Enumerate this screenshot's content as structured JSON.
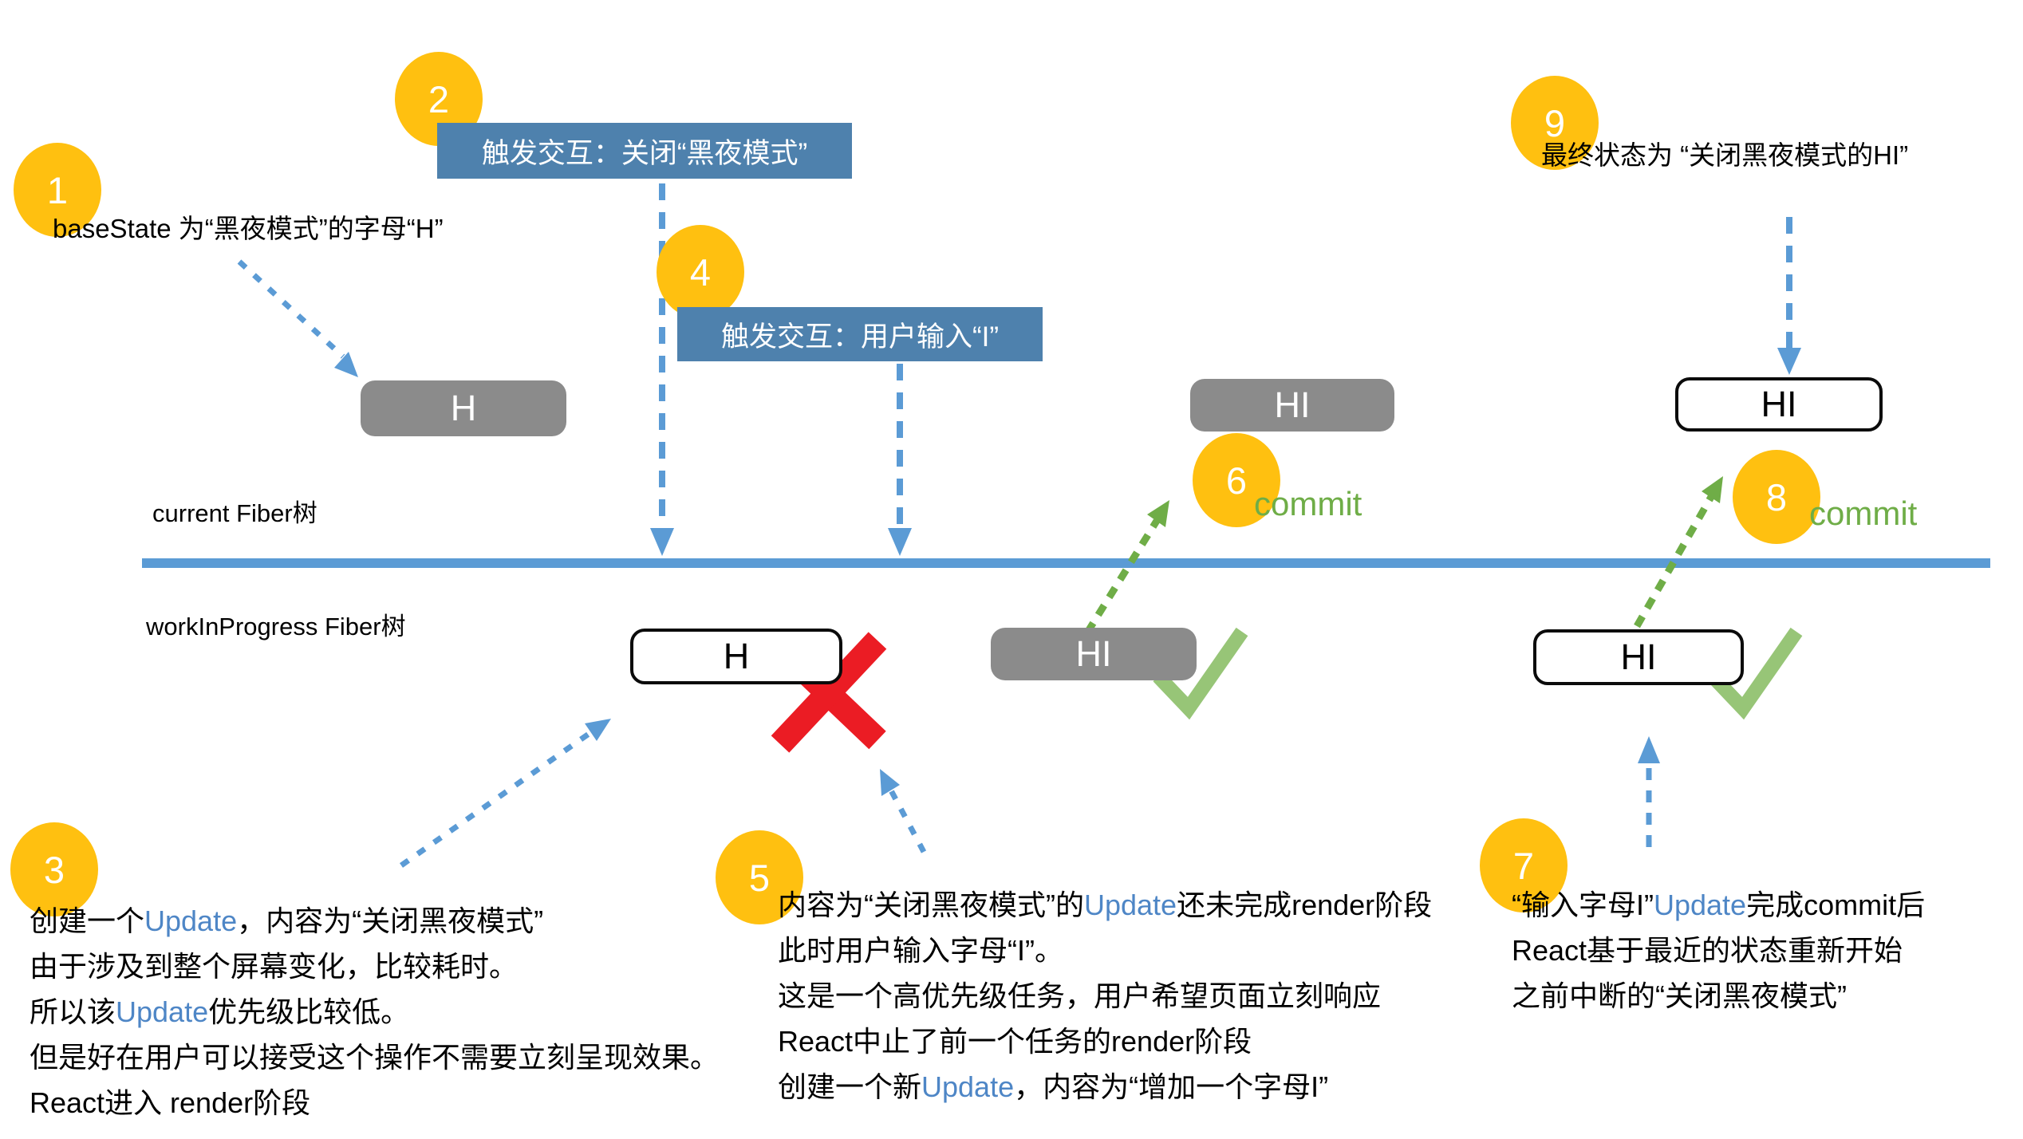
{
  "colors": {
    "badge_yellow": "#FFC010",
    "banner_blue": "#4E81AD",
    "timeline_blue": "#5B9BD5",
    "node_gray": "#8B8B8B",
    "commit_green": "#6FAD47",
    "check_green": "#97C577",
    "cancel_red": "#EB1C24",
    "update_link_blue": "#4E86C6"
  },
  "badges": [
    "1",
    "2",
    "3",
    "4",
    "5",
    "6",
    "7",
    "8",
    "9"
  ],
  "annotations": {
    "step1_label": "baseState 为“黑夜模式”的字母“H”",
    "step9_label": "最终状态为 “关闭黑夜模式的HI”"
  },
  "interactions": {
    "step2_label": "触发交互：关闭“黑夜模式”",
    "step4_label": "触发交互：用户输入“I”"
  },
  "lanes": {
    "current": "current Fiber树",
    "work_in_progress": "workInProgress Fiber树"
  },
  "nodes": {
    "current_h": "H",
    "current_hi": "HI",
    "final_hi_top": "HI",
    "wip_h": "H",
    "wip_hi": "HI",
    "final_hi_bottom": "HI"
  },
  "commits": {
    "first": "commit",
    "second": "commit"
  },
  "icons": {
    "cancel_x": "red-x-icon",
    "check_1": "green-check-icon",
    "check_2": "green-check-icon"
  },
  "text_blocks": {
    "step3": [
      [
        {
          "t": "创建一个"
        },
        {
          "t": "Update",
          "c": "link"
        },
        {
          "t": "，内容为“关闭黑夜模式”"
        }
      ],
      [
        {
          "t": "由于涉及到整个屏幕变化，比较耗时。"
        }
      ],
      [
        {
          "t": "所以该"
        },
        {
          "t": "Update",
          "c": "link"
        },
        {
          "t": "优先级比较低。"
        }
      ],
      [
        {
          "t": "但是好在用户可以接受这个操作不需要立刻呈现效果。"
        }
      ],
      [
        {
          "t": "React进入 render阶段"
        }
      ]
    ],
    "step5": [
      [
        {
          "t": "内容为“关闭黑夜模式”的"
        },
        {
          "t": "Update",
          "c": "link"
        },
        {
          "t": "还未完成render阶段"
        }
      ],
      [
        {
          "t": "此时用户输入字母“I”。"
        }
      ],
      [
        {
          "t": "这是一个高优先级任务，用户希望页面立刻响应"
        }
      ],
      [
        {
          "t": "React中止了前一个任务的render阶段"
        }
      ],
      [
        {
          "t": "创建一个新"
        },
        {
          "t": "Update",
          "c": "link"
        },
        {
          "t": "，内容为“增加一个字母I”"
        }
      ]
    ],
    "step7": [
      [
        {
          "t": "“输入字母I”"
        },
        {
          "t": "Update",
          "c": "link"
        },
        {
          "t": "完成commit后"
        }
      ],
      [
        {
          "t": "React基于最近的状态重新开始"
        }
      ],
      [
        {
          "t": "之前中断的“关闭黑夜模式”"
        }
      ]
    ]
  }
}
